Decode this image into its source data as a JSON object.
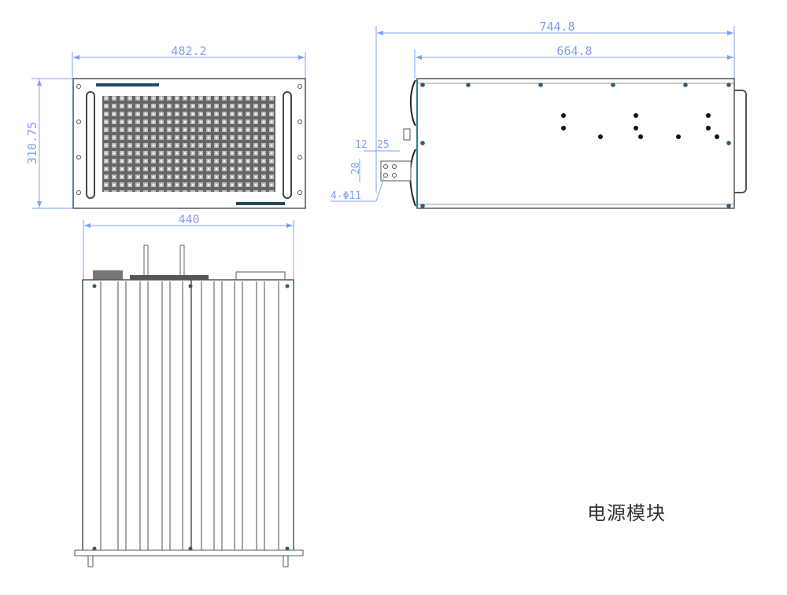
{
  "caption": "电源模块",
  "front_view": {
    "width_dim": "482.2",
    "height_dim": "310.75"
  },
  "side_view": {
    "overall_length_dim": "744.8",
    "body_length_dim": "664.8",
    "bracket_dim_a": "12",
    "bracket_dim_b": "25",
    "bracket_dim_c": "20",
    "hole_spec": "4-Φ11"
  },
  "top_view": {
    "width_dim": "440"
  },
  "colors": {
    "dimension": "#7f9ff0",
    "outline": "#555555",
    "accent": "#2a7f95"
  }
}
